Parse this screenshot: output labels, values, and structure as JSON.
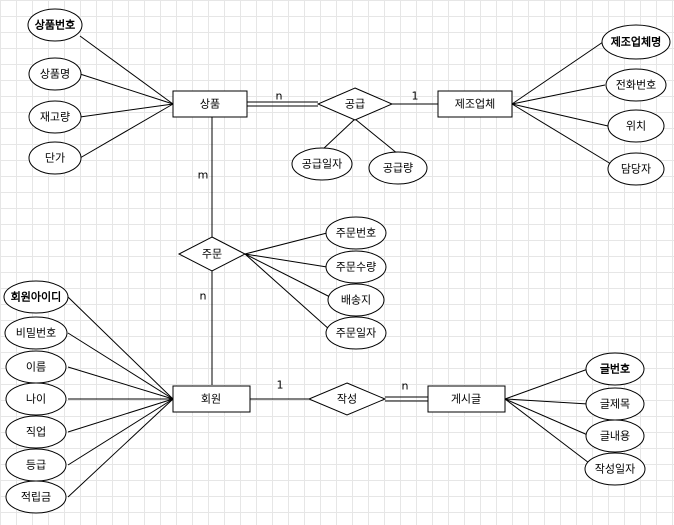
{
  "entities": {
    "product": "상품",
    "manufacturer": "제조업체",
    "member": "회원",
    "post": "게시글"
  },
  "relationships": {
    "supply": "공급",
    "order": "주문",
    "write": "작성"
  },
  "attributes": {
    "product_no": "상품번호",
    "product_name": "상품명",
    "stock": "재고량",
    "price": "단가",
    "manufacturer_name": "제조업체명",
    "phone": "전화번호",
    "location": "위치",
    "manager": "담당자",
    "supply_date": "공급일자",
    "supply_qty": "공급량",
    "order_no": "주문번호",
    "order_qty": "주문수량",
    "ship_addr": "배송지",
    "order_date": "주문일자",
    "member_id": "회원아이디",
    "password": "비밀번호",
    "name": "이름",
    "age": "나이",
    "job": "직업",
    "grade": "등급",
    "points": "적립금",
    "post_no": "글번호",
    "post_title": "글제목",
    "post_content": "글내용",
    "post_date": "작성일자"
  },
  "cardinalities": {
    "supply_product": "n",
    "supply_manufacturer": "1",
    "order_product": "m",
    "order_member": "n",
    "write_member": "1",
    "write_post": "n"
  }
}
